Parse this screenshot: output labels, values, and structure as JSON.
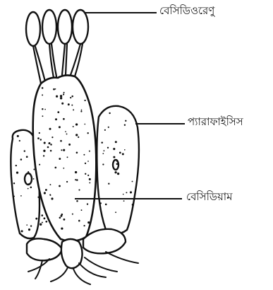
{
  "labels": {
    "basidiospore": "বেসিডিওরেণু",
    "paraphysis": "প্যারাফাইসিস",
    "basidium": "বেসিডিয়াম"
  },
  "colors": {
    "ink": "#111111",
    "background": "#ffffff"
  }
}
